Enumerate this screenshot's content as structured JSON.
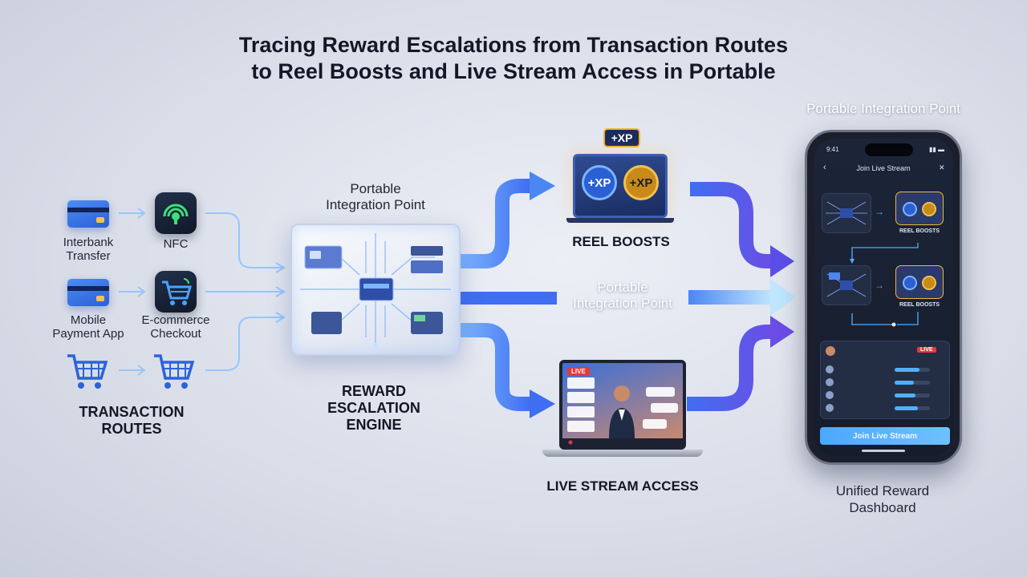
{
  "title": {
    "line1": "Tracing Reward Escalations from Transaction Routes",
    "line2": "to Reel Boosts and Live Stream Access in Portable"
  },
  "sources": {
    "interbank_transfer": "Interbank\nTransfer",
    "nfc": "NFC",
    "mobile_payment_app": "Mobile\nPayment App",
    "ecommerce_checkout": "E-commerce\nCheckout",
    "heading": "TRANSACTION\nROUTES"
  },
  "engine": {
    "integration_label": "Portable\nIntegration Point",
    "heading": "REWARD\nESCALATION\nENGINE"
  },
  "reel_boosts": {
    "heading": "REEL BOOSTS",
    "badge": "+XP",
    "coin_left": "+XP",
    "coin_right": "+XP"
  },
  "middle_flow": {
    "integration_label": "Portable\nIntegration Point"
  },
  "live_stream": {
    "heading": "LIVE STREAM ACCESS",
    "badge": "LIVE"
  },
  "phone": {
    "integration_label": "Portable Integration Point",
    "time": "9:41",
    "screen_title": "Join Live Stream",
    "reel_boosts_label_1": "REEL BOOSTS",
    "reel_boosts_label_2": "REEL BOOSTS",
    "live_tag": "LIVE",
    "button": "Join Live Stream",
    "progress": [
      0.7,
      0.55,
      0.6,
      0.65
    ],
    "caption": "Unified Reward\nDashboard"
  },
  "colors": {
    "flow_blue": "#3f7ef2",
    "flow_violet": "#6b4de6",
    "accent_light": "#bfe6ff",
    "xp_gold": "#f2b535",
    "live_red": "#e53a3a"
  }
}
